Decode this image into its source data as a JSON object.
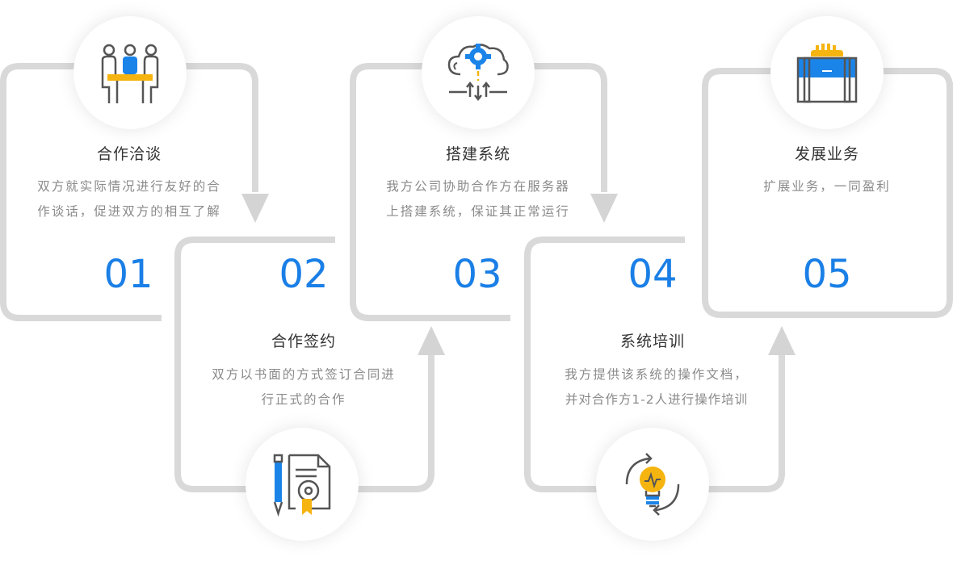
{
  "colors": {
    "frame": "#d9d9d9",
    "number": "#1a7fe6",
    "accent_blue": "#1b84e8",
    "accent_yellow": "#f5b40f",
    "icon_line": "#555555"
  },
  "steps": [
    {
      "number": "01",
      "title": "合作洽谈",
      "desc": [
        "双方就实际情况进行友好的合",
        "作谈话，促进双方的相互了解"
      ],
      "icon": "meeting-icon"
    },
    {
      "number": "02",
      "title": "合作签约",
      "desc": [
        "双方以书面的方式签订合同进",
        "行正式的合作"
      ],
      "icon": "contract-icon"
    },
    {
      "number": "03",
      "title": "搭建系统",
      "desc": [
        "我方公司协助合作方在服务器",
        "上搭建系统，保证其正常运行"
      ],
      "icon": "cloud-gear-icon"
    },
    {
      "number": "04",
      "title": "系统培训",
      "desc": [
        "我方提供该系统的操作文档，",
        "并对合作方1-2人进行操作培训"
      ],
      "icon": "lightbulb-icon"
    },
    {
      "number": "05",
      "title": "发展业务",
      "desc": [
        "扩展业务，一同盈利"
      ],
      "icon": "briefcase-icon"
    }
  ]
}
